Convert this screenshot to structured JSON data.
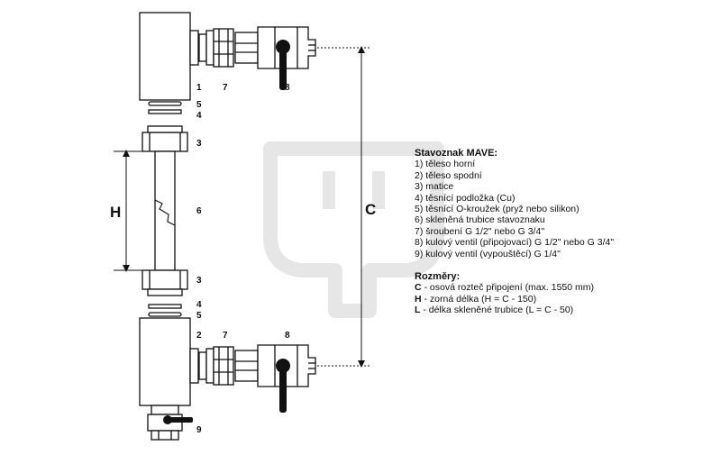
{
  "legend": {
    "title": "Stavoznak MAVE:",
    "parts": [
      "1) těleso horní",
      "2) těleso spodní",
      "3) matice",
      "4) těsnící podložka (Cu)",
      "5) těsnící O-kroužek (pryž nebo silikon)",
      "6) skleněná trubice stavoznaku",
      "7) šroubení G 1/2\" nebo G 3/4\"",
      "8) kulový ventil (připojovací) G 1/2\" nebo G 3/4\"",
      "9) kulový ventil (vypouštěcí) G 1/4\""
    ],
    "dimensions_title": "Rozměry:",
    "dimensions": [
      {
        "key": "C",
        "text": " - osová rozteč připojení (max. 1550 mm)"
      },
      {
        "key": "H",
        "text": " - zorná délka (H = C - 150)"
      },
      {
        "key": "L",
        "text": " - délka skleněné trubice (L = C - 50)"
      }
    ]
  },
  "diagram": {
    "labels": {
      "n1": "1",
      "n2": "2",
      "n3a": "3",
      "n3b": "3",
      "n4a": "4",
      "n4b": "4",
      "n5a": "5",
      "n5b": "5",
      "n6": "6",
      "n7a": "7",
      "n7b": "7",
      "n8a": "8",
      "n8b": "8",
      "n9": "9"
    },
    "dim_h": "H",
    "dim_c": "C"
  },
  "colors": {
    "ink": "#111111",
    "watermark": "#e6e6e6"
  }
}
